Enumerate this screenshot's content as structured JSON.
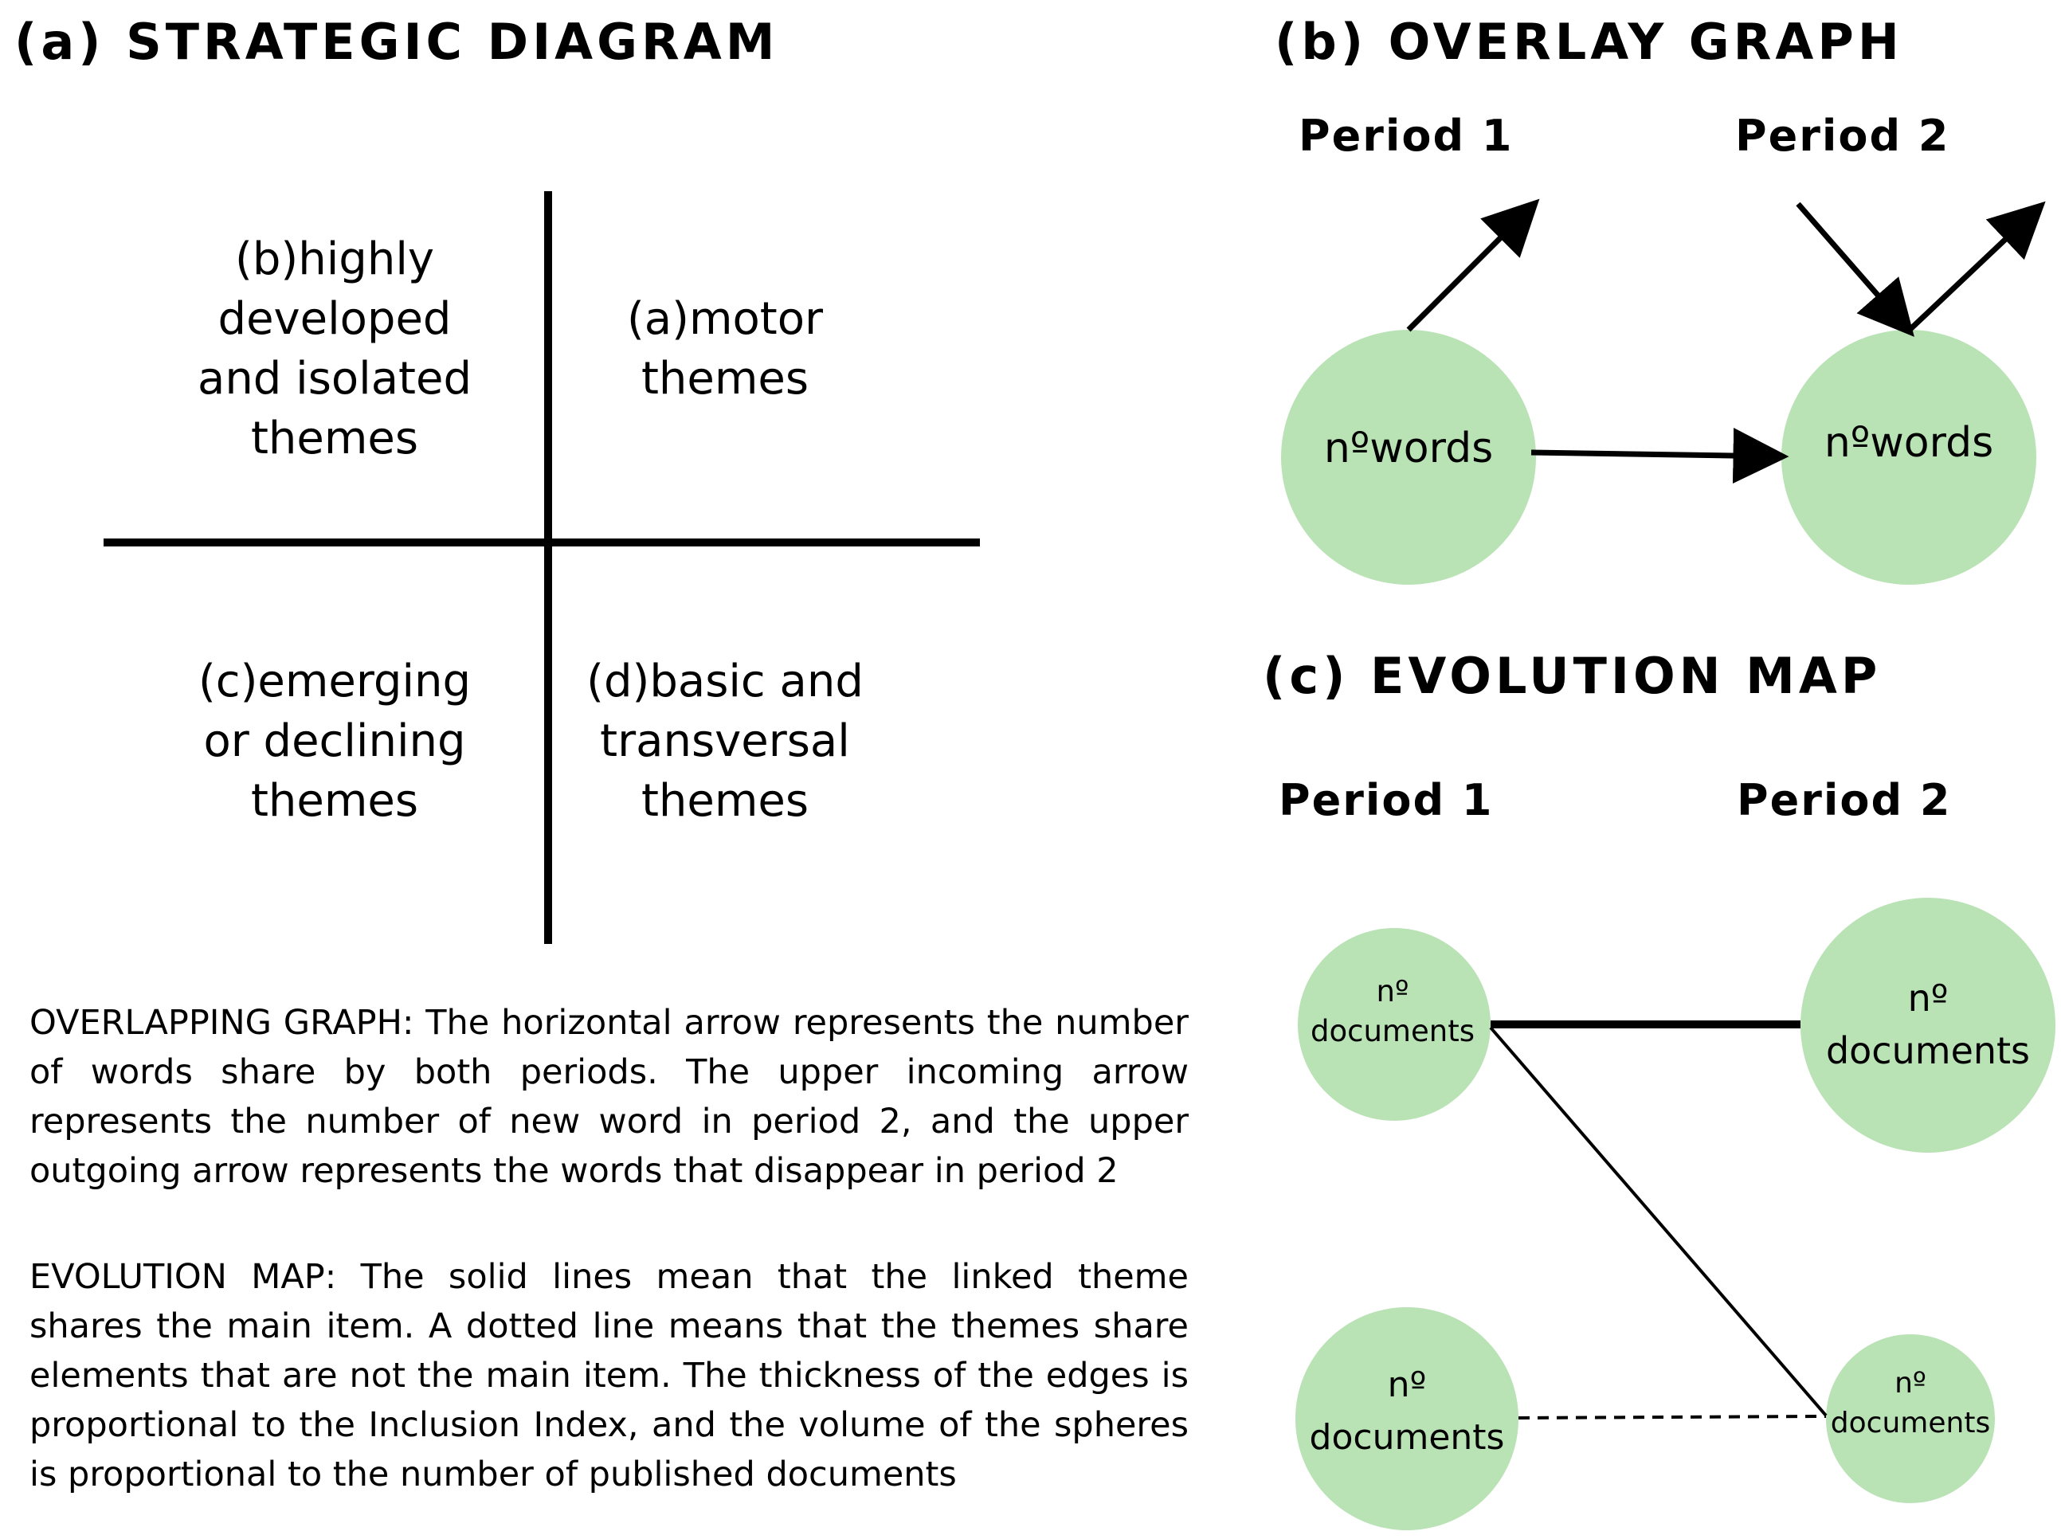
{
  "strategic": {
    "title": "(a) STRATEGIC DIAGRAM",
    "q_top_left": "(b)highly\ndeveloped\nand isolated\nthemes",
    "q_top_right": "(a)motor\nthemes",
    "q_bottom_left": "(c)emerging\nor declining\nthemes",
    "q_bottom_right": "(d)basic and\ntransversal\nthemes"
  },
  "overlay": {
    "title": "(b) OVERLAY GRAPH",
    "period1": "Period 1",
    "period2": "Period 2",
    "node1": "nºwords",
    "node2": "nºwords"
  },
  "evolution": {
    "title": "(c) EVOLUTION MAP",
    "period1": "Period 1",
    "period2": "Period 2",
    "node_p1_top": "nº\ndocuments",
    "node_p1_bottom": "nº\ndocuments",
    "node_p2_top": "nº\ndocuments",
    "node_p2_bottom": "nº\ndocuments"
  },
  "descriptions": {
    "overlapping": "OVERLAPPING GRAPH: The horizontal arrow represents the number of words share by both periods. The upper incoming arrow represents the number of new word in period 2, and the upper outgoing arrow represents the words that disappear in period 2",
    "evolution": "EVOLUTION MAP: The solid lines mean that the linked theme shares the main item. A dotted line means that the themes share elements that are not the main item. The thickness of the edges is proportional to the Inclusion Index, and the volume of the spheres is proportional to the number of published documents"
  },
  "colors": {
    "node_fill": "#b9e2b5",
    "line": "#000000"
  }
}
